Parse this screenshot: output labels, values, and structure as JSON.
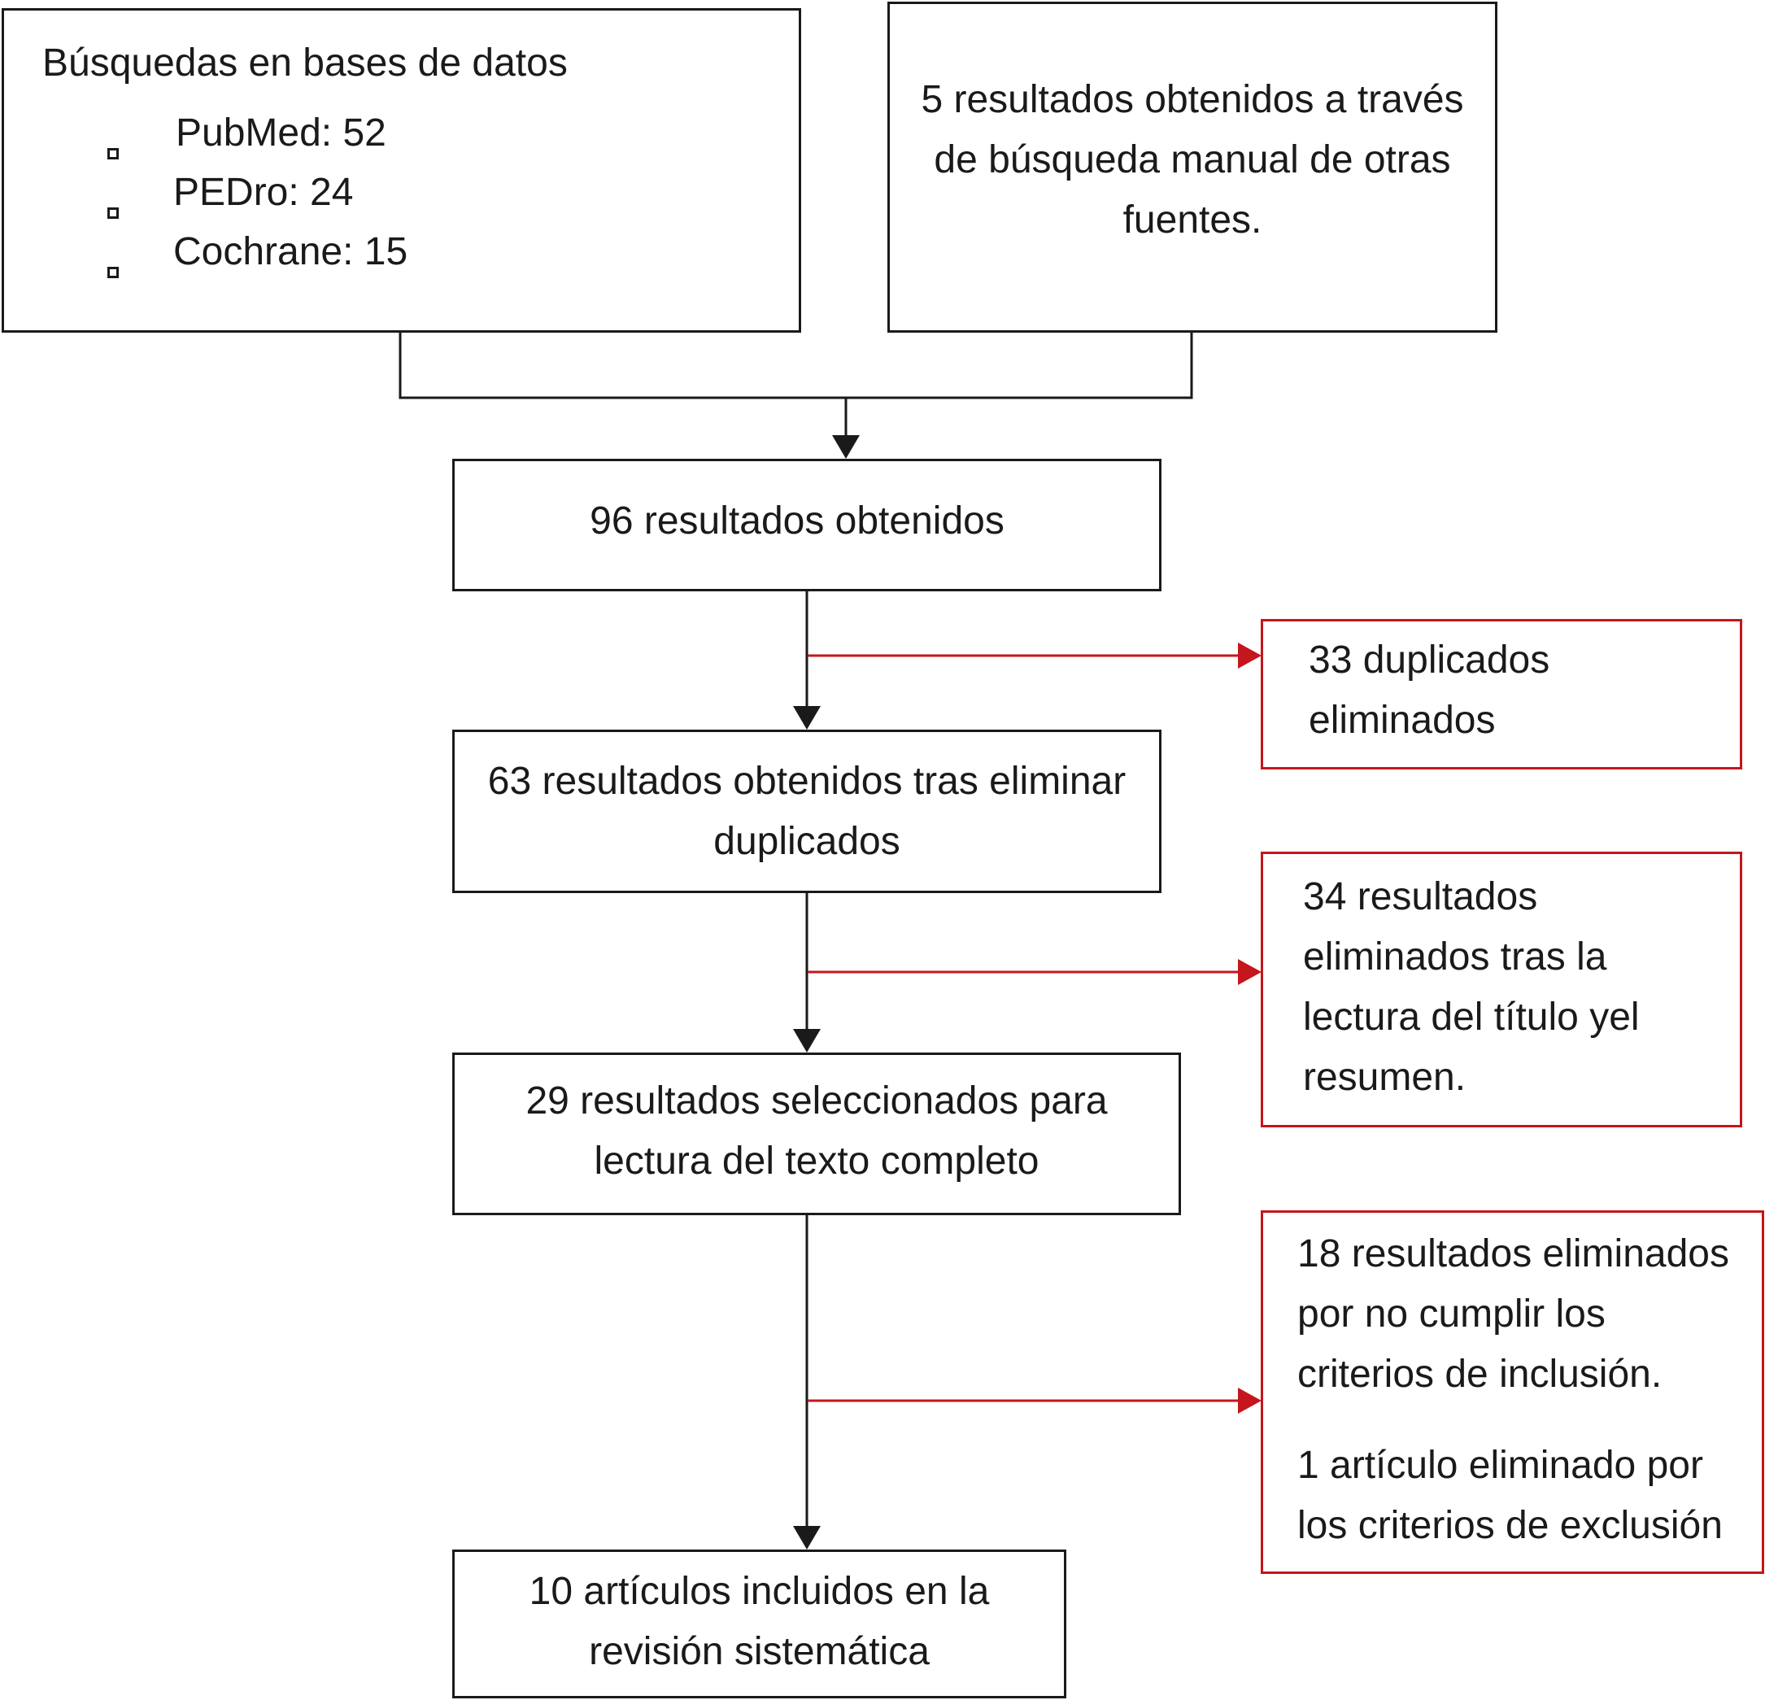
{
  "colors": {
    "line": "#1a1a1a",
    "exclusion": "#c4161c"
  },
  "databases": {
    "title": "Búsquedas en bases de datos",
    "items": [
      {
        "label": "PubMed: 52"
      },
      {
        "label": "PEDro: 24"
      },
      {
        "label": "Cochrane: 15"
      }
    ]
  },
  "manual": {
    "lines": [
      "5 resultados obtenidos a través",
      "de búsqueda manual de otras",
      "fuentes."
    ]
  },
  "obtained": {
    "lines": [
      "96 resultados obtenidos"
    ]
  },
  "after_duplicates": {
    "lines": [
      "63 resultados obtenidos tras eliminar",
      "duplicados"
    ]
  },
  "selected": {
    "lines": [
      "29 resultados seleccionados para",
      "lectura del texto completo"
    ]
  },
  "included": {
    "lines": [
      "10 artículos incluidos en la",
      "revisión sistemática"
    ]
  },
  "duplicates_removed": {
    "lines": [
      "33 duplicados",
      "eliminados"
    ]
  },
  "title_abstract_removed": {
    "lines": [
      "34 resultados",
      "eliminados tras la",
      "lectura del título yel",
      "resumen."
    ]
  },
  "criteria_removed": {
    "inclusion_lines": [
      "18 resultados eliminados",
      "por no cumplir los",
      "criterios de inclusión."
    ],
    "exclusion_lines": [
      "1 artículo eliminado por",
      "los criterios de exclusión"
    ]
  }
}
